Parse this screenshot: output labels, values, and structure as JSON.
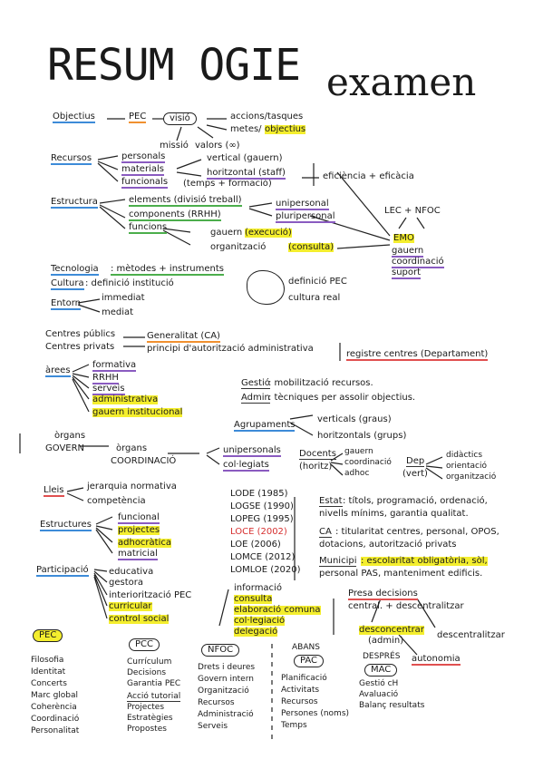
{
  "title_a": "RESUM OGIE",
  "title_b": "examen",
  "objectius": {
    "head": "Objectius",
    "pec": "PEC",
    "visio": "visió",
    "mission": "missió",
    "valors": "valors (∞)",
    "accions": "accions/tasques",
    "metes": "metes/",
    "objectius2": "objectius"
  },
  "recursos": {
    "head": "Recursos",
    "items": [
      "personals",
      "materials",
      "funcionals"
    ],
    "temps": "(temps + formació)",
    "vertical": "vertical (gauern)",
    "horitzontal": "horitzontal (staff)",
    "eficiencia": "eficiència + eficàcia"
  },
  "estructura": {
    "head": "Estructura",
    "items": [
      "elements (divisió treball)",
      "components (RRHH)",
      "funcions"
    ],
    "uni": "unipersonal",
    "pluri": "pluripersonal",
    "gauern": "gauern",
    "execucio": "(execució)",
    "organitzacio": "organització",
    "consulta": "(consulta)"
  },
  "lec": {
    "head": "LEC + NFOC",
    "emo": "EMO",
    "items": [
      "gauern",
      "coordinació",
      "suport"
    ]
  },
  "tecnologia": {
    "head": "Tecnologia",
    "desc": ": mètodes + instruments"
  },
  "cultura": {
    "head": "Cultura",
    "desc": ": definició institució"
  },
  "entorn": {
    "head": "Entorn",
    "items": [
      "immediat",
      "mediat"
    ]
  },
  "definicio": {
    "a": "definició PEC",
    "b": "cultura real"
  },
  "centres": {
    "publics": "Centres públics",
    "privats": "Centres privats",
    "gene": "Generalitat (CA)",
    "principi": "principi d'autorització administrativa",
    "registre": "registre centres (Departament)"
  },
  "arees": {
    "head": "àrees",
    "items": [
      "formativa",
      "RRHH",
      "serveis",
      "administrativa",
      "gauern institucional"
    ]
  },
  "gestio": {
    "gestio": "Gestió",
    "gestio_d": ": mobilització recursos.",
    "admin": "Admin",
    "admin_d": ": tècniques per assolir objectius."
  },
  "agrup": {
    "head": "Agrupaments",
    "v": "verticals (graus)",
    "h": "horitzontals (grups)"
  },
  "organs": {
    "org": "òrgans",
    "govern": "GOVERN",
    "org2": "òrgans",
    "coord": "COORDINACIÓ",
    "uni": "unipersonals",
    "col": "col·legiats"
  },
  "docents": {
    "head": "Docents",
    "sub": "(horitz)",
    "items": [
      "gauern",
      "coordinació",
      "adhoc"
    ],
    "dep": "Dep",
    "vert": "(vert)",
    "d_items": [
      "didàctics",
      "orientació",
      "organització"
    ]
  },
  "lleis": {
    "head": "Lleis",
    "items": [
      "jerarquia normativa",
      "competència"
    ],
    "list": [
      "LODE (1985)",
      "LOGSE (1990)",
      "LOPEG (1995)",
      "LOCE (2002)",
      "LOE (2006)",
      "LOMCE (2012)",
      "LOMLOE (2020)"
    ]
  },
  "estat": {
    "head": "Estat",
    "desc": ": títols, programació, ordenació,",
    "desc2": "nivells mínims, garantia qualitat."
  },
  "ca": {
    "head": "CA",
    "desc": ": titularitat centres, personal, OPOS,",
    "desc2": "dotacions, autorització privats"
  },
  "municipi": {
    "head": "Municipi",
    "desc": ": escolaritat obligatòria, sòl,",
    "desc2": "personal PAS, manteniment edificis."
  },
  "estructures": {
    "head": "Estructures",
    "items": [
      "funcional",
      "projectes",
      "adhocràtica",
      "matricial"
    ]
  },
  "participacio": {
    "head": "Participació",
    "items": [
      "educativa",
      "gestora",
      "interiorització PEC",
      "curricular",
      "control social"
    ]
  },
  "info": {
    "items": [
      "informació",
      "consulta",
      "elaboració comuna",
      "col·legiació",
      "delegació"
    ]
  },
  "presa": {
    "head": "Presa decisions",
    "desc": "central. + descentralitzar",
    "desc_con": "desconcentrar",
    "admin": "(admin)",
    "descent": "descentralitzar",
    "autonomia": "autonomia"
  },
  "pec_box": {
    "head": "PEC",
    "items": [
      "Filosofia",
      "Identitat",
      "Concerts",
      "Marc global",
      "Coherència",
      "Coordinació",
      "Personalitat"
    ]
  },
  "pcc_box": {
    "head": "PCC",
    "items": [
      "Currículum",
      "Decisions",
      "Garantia PEC"
    ],
    "items2": [
      "Acció tutorial",
      "Projectes",
      "Estratègies",
      "Propostes"
    ]
  },
  "nfoc_box": {
    "head": "NFOC",
    "items": [
      "Drets i deures",
      "Govern intern",
      "Organització",
      "Recursos",
      "Administració",
      "Serveis"
    ]
  },
  "pac_box": {
    "pre": "ABANS",
    "head": "PAC",
    "items": [
      "Planificació",
      "Activitats",
      "Recursos",
      "Persones (noms)",
      "Temps"
    ]
  },
  "mac_box": {
    "pre": "DESPRÉS",
    "head": "MAC",
    "items": [
      "Gestió cH",
      "Avaluació",
      "Balanç resultats"
    ]
  }
}
